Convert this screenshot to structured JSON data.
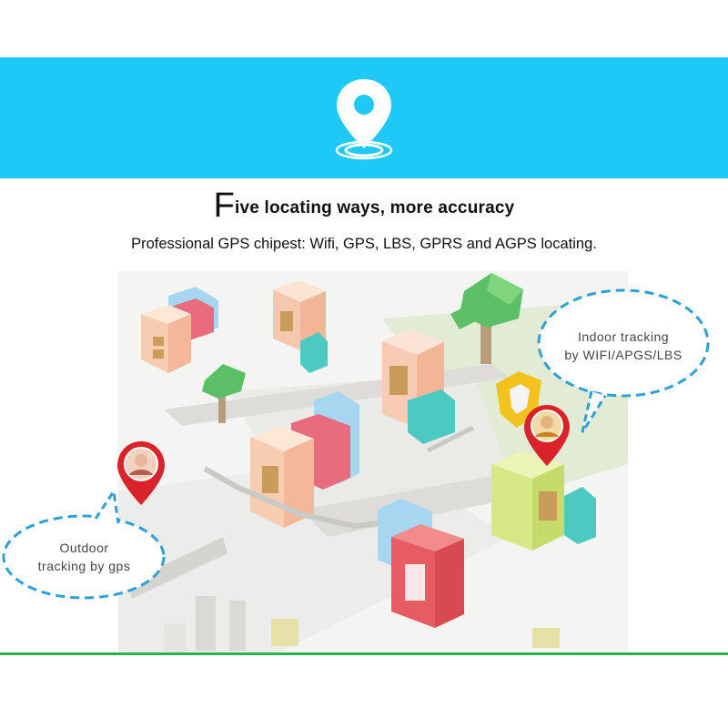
{
  "header": {
    "icon": "location-pin-icon",
    "banner_color": "#1ec8f7"
  },
  "headline": {
    "initial": "F",
    "rest": "ive locating ways, more accuracy"
  },
  "subtitle": "Professional GPS chipest: Wifi, GPS, LBS, GPRS and AGPS locating.",
  "bubbles": {
    "indoor": {
      "line1": "Indoor tracking",
      "line2": "by WIFI/APGS/LBS"
    },
    "outdoor": {
      "line1": "Outdoor",
      "line2": "tracking by gps"
    }
  },
  "colors": {
    "accent_line": "#2bb24c",
    "pin_red": "#d9222a",
    "bubble_dash": "#2f9fd8"
  }
}
